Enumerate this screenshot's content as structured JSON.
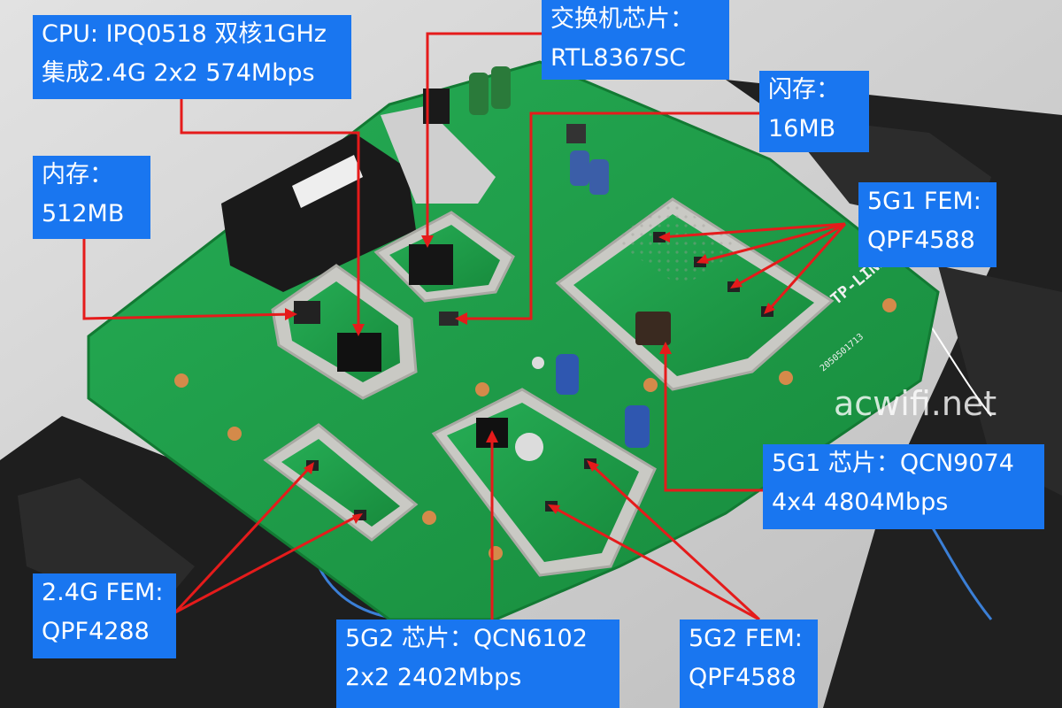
{
  "watermark": "acwifi.net",
  "board_marks": {
    "brand": "TP-LINK",
    "date_code": "2050501713"
  },
  "callouts": {
    "cpu": {
      "line1": "CPU: IPQ0518 双核1GHz",
      "line2": "集成2.4G 2x2 574Mbps"
    },
    "switch": {
      "line1": "交换机芯片：",
      "line2": "RTL8367SC"
    },
    "flash": {
      "line1": "闪存：",
      "line2": "16MB"
    },
    "memory": {
      "line1": "内存：",
      "line2": "512MB"
    },
    "fem_5g1": {
      "line1": "5G1 FEM:",
      "line2": "QPF4588"
    },
    "chip_5g1": {
      "line1": "5G1 芯片：QCN9074",
      "line2": "4x4 4804Mbps"
    },
    "fem_24g": {
      "line1": "2.4G FEM:",
      "line2": "QPF4288"
    },
    "chip_5g2": {
      "line1": "5G2 芯片：QCN6102",
      "line2": "2x2 2402Mbps"
    },
    "fem_5g2": {
      "line1": "5G2 FEM:",
      "line2": "QPF4588"
    }
  },
  "colors": {
    "label_bg": "#1976f0",
    "label_text": "#ffffff",
    "pointer": "#e51b1b",
    "pcb": "#1fa24a",
    "shield": "#c9c9c4",
    "chassis": "#1e1e1e",
    "background": "#cfcfcf"
  }
}
